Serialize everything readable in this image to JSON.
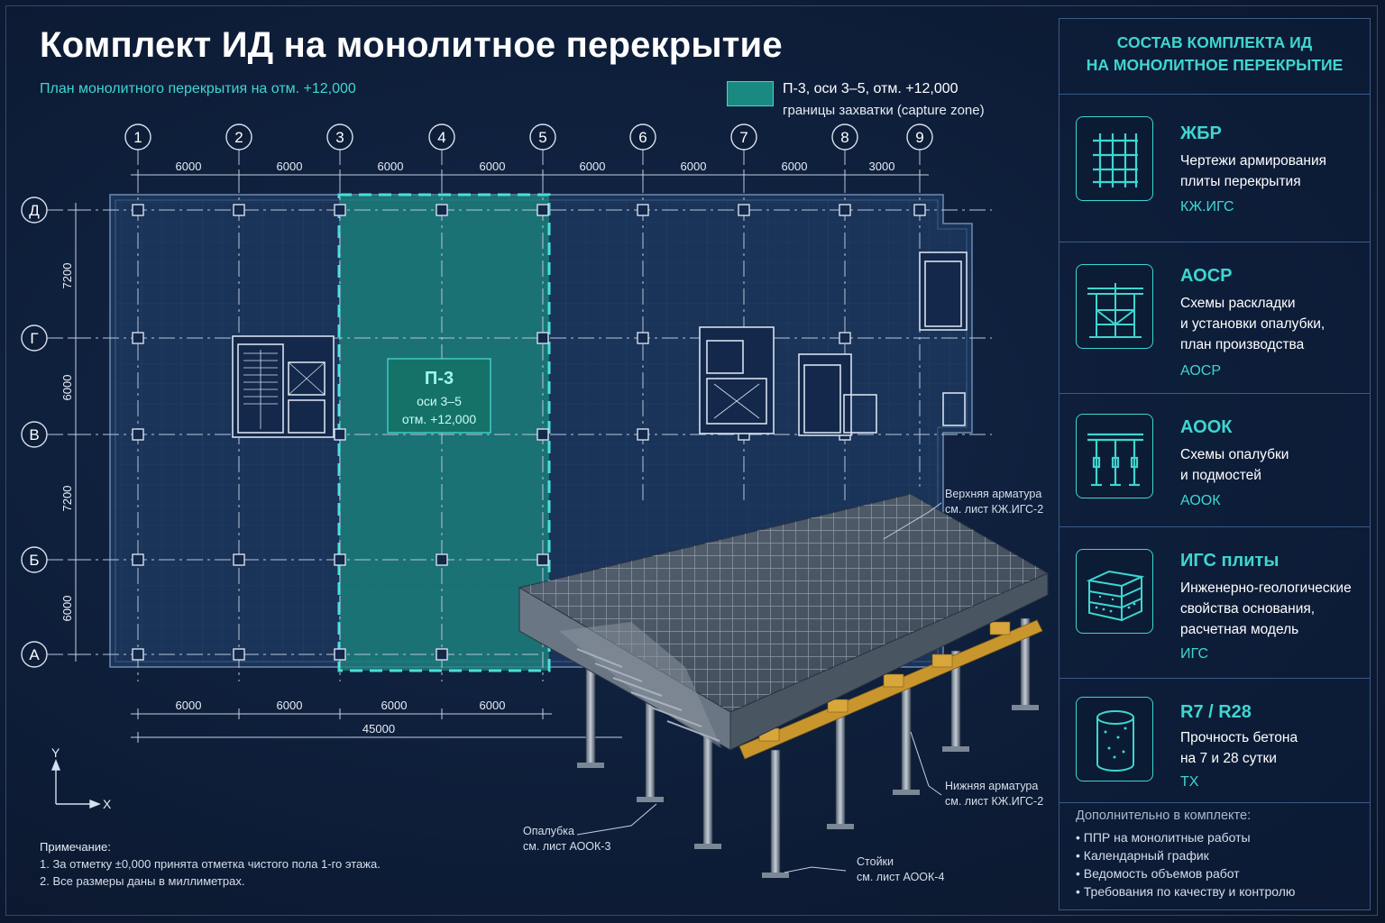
{
  "header": {
    "title": "Комплект ИД на монолитное перекрытие",
    "subtitle": "План монолитного перекрытия на отм. +12,000"
  },
  "legend": {
    "line1": "П-3, оси 3–5, отм. +12,000",
    "line2": "границы захватки (capture zone)",
    "color": "#1a8a80"
  },
  "plan": {
    "axes_x": [
      "1",
      "2",
      "3",
      "4",
      "5",
      "6",
      "7",
      "8",
      "9"
    ],
    "axes_y": [
      "Д",
      "Г",
      "В",
      "Б",
      "А"
    ],
    "top_dims": [
      "6000",
      "6000",
      "6000",
      "6000",
      "6000",
      "6000",
      "6000",
      "3000"
    ],
    "left_dims": [
      "7200",
      "6000",
      "7200",
      "6000"
    ],
    "bottom_dims": [
      "6000",
      "6000",
      "6000",
      "6000"
    ],
    "total_dim": "45000",
    "zone_label": {
      "title": "П-3",
      "line1": "оси 3–5",
      "line2": "отм. +12,000"
    },
    "coord_y": "Y",
    "coord_x": "X"
  },
  "notes": {
    "title": "Примечание:",
    "items": [
      "1. За отметку ±0,000 принята отметка чистого пола 1-го этажа.",
      "2. Все размеры даны в миллиметрах."
    ]
  },
  "callouts": {
    "top_rebar": [
      "Верхняя арматура",
      "см. лист КЖ.ИГС-2"
    ],
    "bottom_rebar": [
      "Нижняя арматура",
      "см. лист КЖ.ИГС-2"
    ],
    "formwork": [
      "Опалубка",
      "см. лист АООК-3"
    ],
    "props": [
      "Стойки",
      "см. лист АООК-4"
    ]
  },
  "panel": {
    "title_line1": "СОСТАВ КОМПЛЕКТА ИД",
    "title_line2": "НА МОНОЛИТНОЕ ПЕРЕКРЫТИЕ",
    "cards": [
      {
        "icon": "rebar-grid-icon",
        "title": "ЖБР",
        "desc": [
          "Чертежи армирования",
          "плиты перекрытия"
        ],
        "code": "КЖ.ИГС"
      },
      {
        "icon": "formwork-scaffold-icon",
        "title": "АОСР",
        "desc": [
          "Схемы раскладки",
          "и установки опалубки,",
          "план производства"
        ],
        "code": "АОСР"
      },
      {
        "icon": "props-icon",
        "title": "АООК",
        "desc": [
          "Схемы опалубки",
          "и подмостей"
        ],
        "code": "АООК"
      },
      {
        "icon": "soil-layers-icon",
        "title": "ИГС плиты",
        "desc": [
          "Инженерно-геологические",
          "свойства основания,",
          "расчетная модель"
        ],
        "code": "ИГС"
      },
      {
        "icon": "concrete-cylinder-icon",
        "title": "R7 / R28",
        "desc": [
          "Прочность бетона",
          "на 7 и 28 сутки"
        ],
        "code": "ТХ"
      }
    ],
    "extra_title": "Дополнительно в комплекте:",
    "extra_items": [
      "• ППР на монолитные работы",
      "• Календарный график",
      "• Ведомость объемов работ",
      "• Требования по качеству и контролю"
    ]
  },
  "colors": {
    "accent": "#3fd6d0",
    "background": "#0d1b33",
    "zone": "#1a8a80",
    "timber": "#c9962e"
  }
}
